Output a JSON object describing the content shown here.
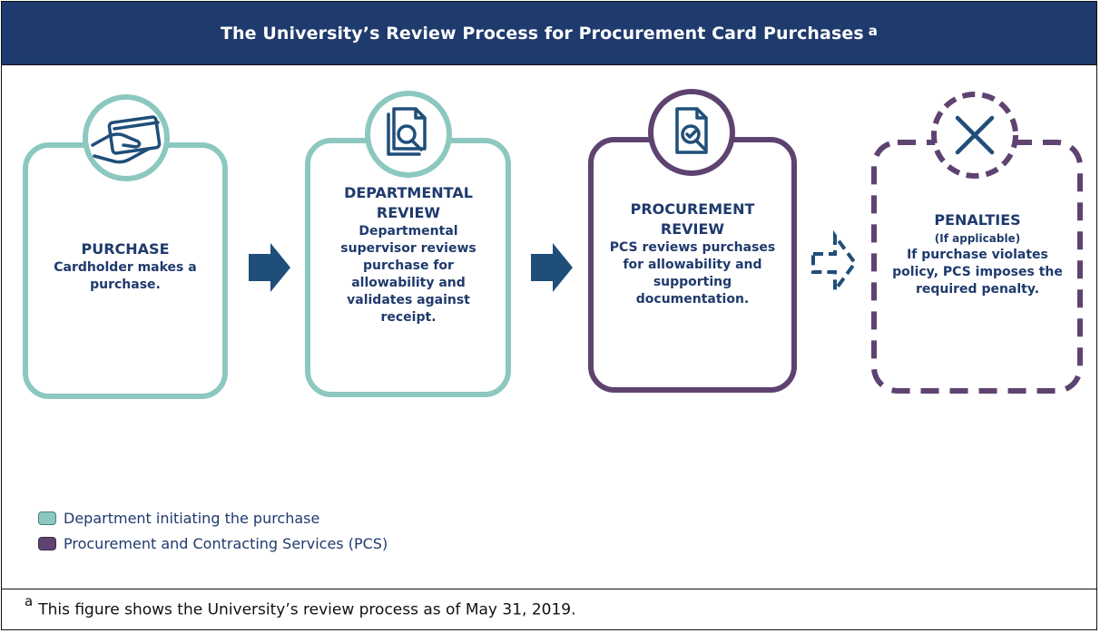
{
  "header": {
    "title": "The University’s Review Process for Procurement Card Purchases",
    "sup": "a"
  },
  "steps": [
    {
      "title": "PURCHASE",
      "body": "Cardholder makes a purchase.",
      "icon": "card-hand-icon",
      "color": "#8cc8c0"
    },
    {
      "title": "DEPARTMENTAL REVIEW",
      "body": "Departmental supervisor reviews purchase for allowability and validates against receipt.",
      "icon": "document-magnifier-icon",
      "color": "#8cc8c0"
    },
    {
      "title": "PROCUREMENT REVIEW",
      "body": "PCS reviews purchases for allowability and supporting documentation.",
      "icon": "document-check-icon",
      "color": "#5e4370"
    },
    {
      "title": "PENALTIES",
      "subtitle": "(If applicable)",
      "body": "If purchase violates policy, PCS imposes the required penalty.",
      "icon": "x-icon",
      "color": "#5e4370"
    }
  ],
  "legend": [
    {
      "label": "Department initiating the purchase",
      "color": "#8cc8c0"
    },
    {
      "label": "Procurement and Contracting Services (PCS)",
      "color": "#5e4370"
    }
  ],
  "footnote": {
    "sup": "a",
    "text": "This figure shows the University’s review process as of May 31, 2019."
  },
  "colors": {
    "header": "#1f3a6d",
    "arrow": "#1f4e79",
    "teal": "#8cc8c0",
    "purple": "#5e4370"
  }
}
